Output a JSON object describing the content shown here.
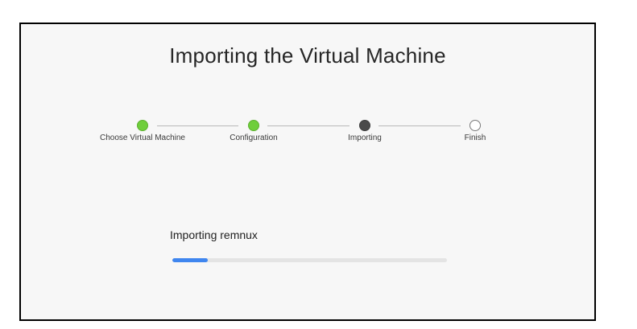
{
  "title": "Importing the Virtual Machine",
  "steps": [
    {
      "label": "Choose Virtual Machine",
      "status": "done"
    },
    {
      "label": "Configuration",
      "status": "done"
    },
    {
      "label": "Importing",
      "status": "current"
    },
    {
      "label": "Finish",
      "status": "pending"
    }
  ],
  "progress": {
    "label": "Importing remnux",
    "value": 0.13
  },
  "colors": {
    "step_done": "#6fce3b",
    "step_current": "#4a4a4a",
    "progress_fill": "#3f86ef",
    "progress_track": "#e4e4e4"
  }
}
